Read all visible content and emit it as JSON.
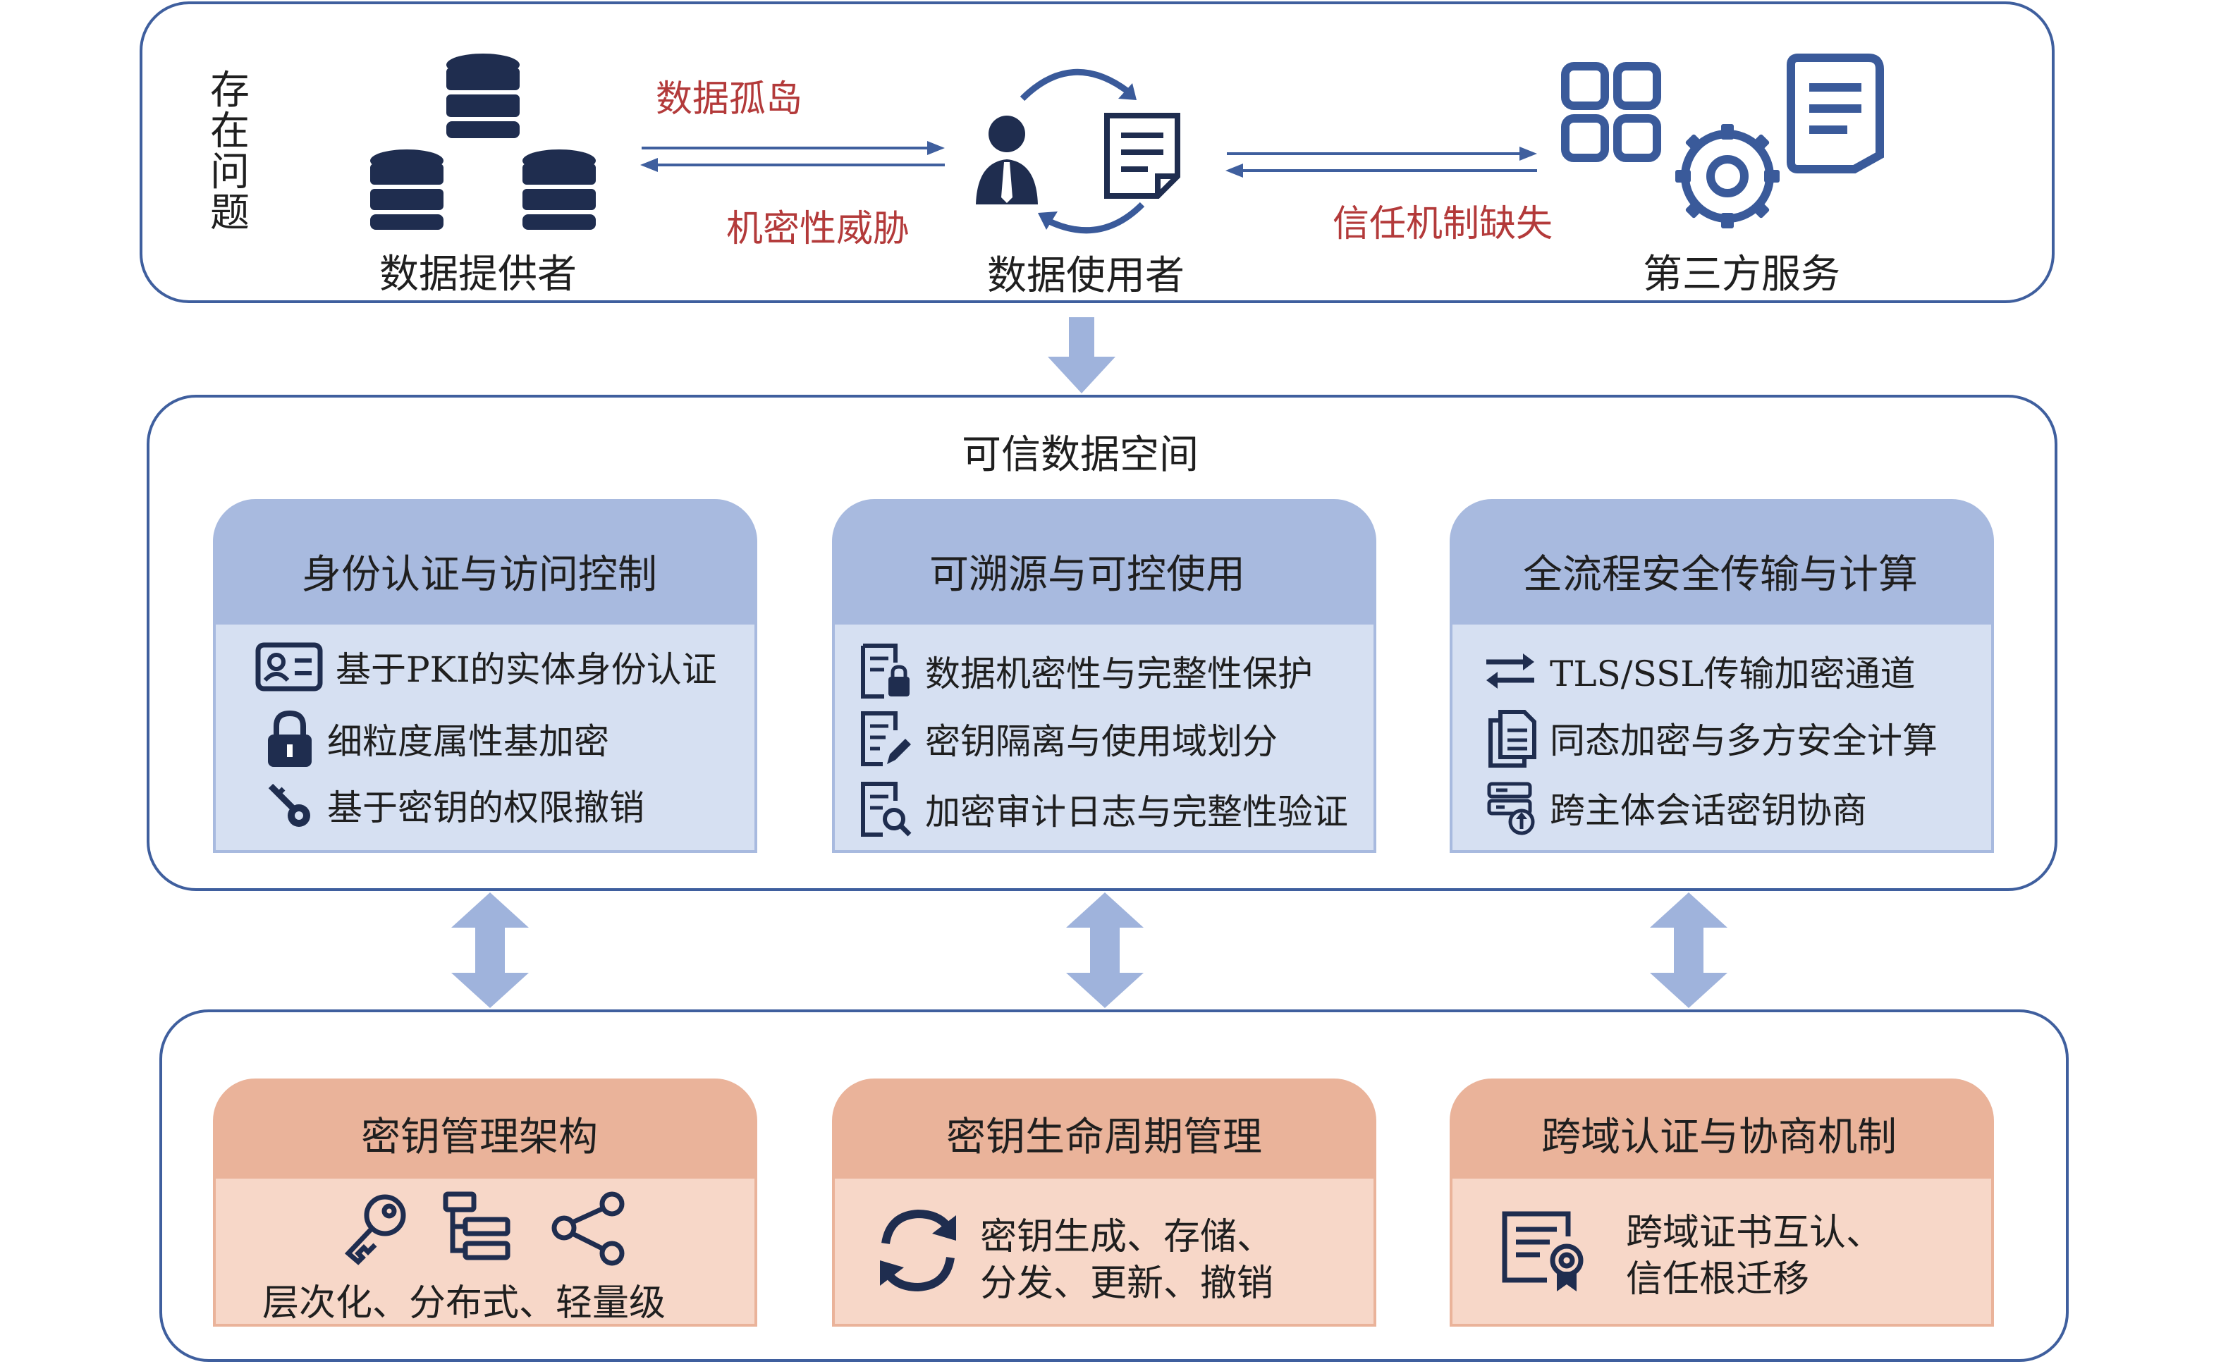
{
  "colors": {
    "frame_border": "#3f5f9e",
    "icon_dark": "#1f2d4f",
    "icon_blue": "#3a5a9a",
    "arrow_light": "#9fb3dc",
    "red_text": "#b33a3a",
    "blue_header": "#a8badf",
    "blue_body": "#d6e0f2",
    "orange_header": "#eab39a",
    "orange_body": "#f7d7c8"
  },
  "top": {
    "side_label": [
      "存",
      "在",
      "问",
      "题"
    ],
    "provider_label": "数据提供者",
    "user_label": "数据使用者",
    "third_label": "第三方服务",
    "arrow_top_label": "数据孤岛",
    "arrow_bottom_label": "机密性威胁",
    "arrow_right_label": "信任机制缺失"
  },
  "middle": {
    "title": "可信数据空间",
    "cards": [
      {
        "title": "身份认证与访问控制",
        "items": [
          {
            "icon": "id-card-icon",
            "text": "基于PKI的实体身份认证"
          },
          {
            "icon": "padlock-icon",
            "text": "细粒度属性基加密"
          },
          {
            "icon": "key-icon",
            "text": "基于密钥的权限撤销"
          }
        ]
      },
      {
        "title": "可溯源与可控使用",
        "items": [
          {
            "icon": "document-lock-icon",
            "text": "数据机密性与完整性保护"
          },
          {
            "icon": "document-edit-icon",
            "text": "密钥隔离与使用域划分"
          },
          {
            "icon": "document-search-icon",
            "text": "加密审计日志与完整性验证"
          }
        ]
      },
      {
        "title": "全流程安全传输与计算",
        "items": [
          {
            "icon": "exchange-arrows-icon",
            "text": "TLS/SSL传输加密通道"
          },
          {
            "icon": "copy-documents-icon",
            "text": "同态加密与多方安全计算"
          },
          {
            "icon": "server-upload-icon",
            "text": "跨主体会话密钥协商"
          }
        ]
      }
    ]
  },
  "bottom": {
    "cards": [
      {
        "title": "密钥管理架构",
        "desc": [
          "层次化、分布式、轻量级"
        ]
      },
      {
        "title": "密钥生命周期管理",
        "desc": [
          "密钥生成、存储、",
          "分发、更新、撤销"
        ]
      },
      {
        "title": "跨域认证与协商机制",
        "desc": [
          "跨域证书互认、",
          "信任根迁移"
        ]
      }
    ]
  }
}
